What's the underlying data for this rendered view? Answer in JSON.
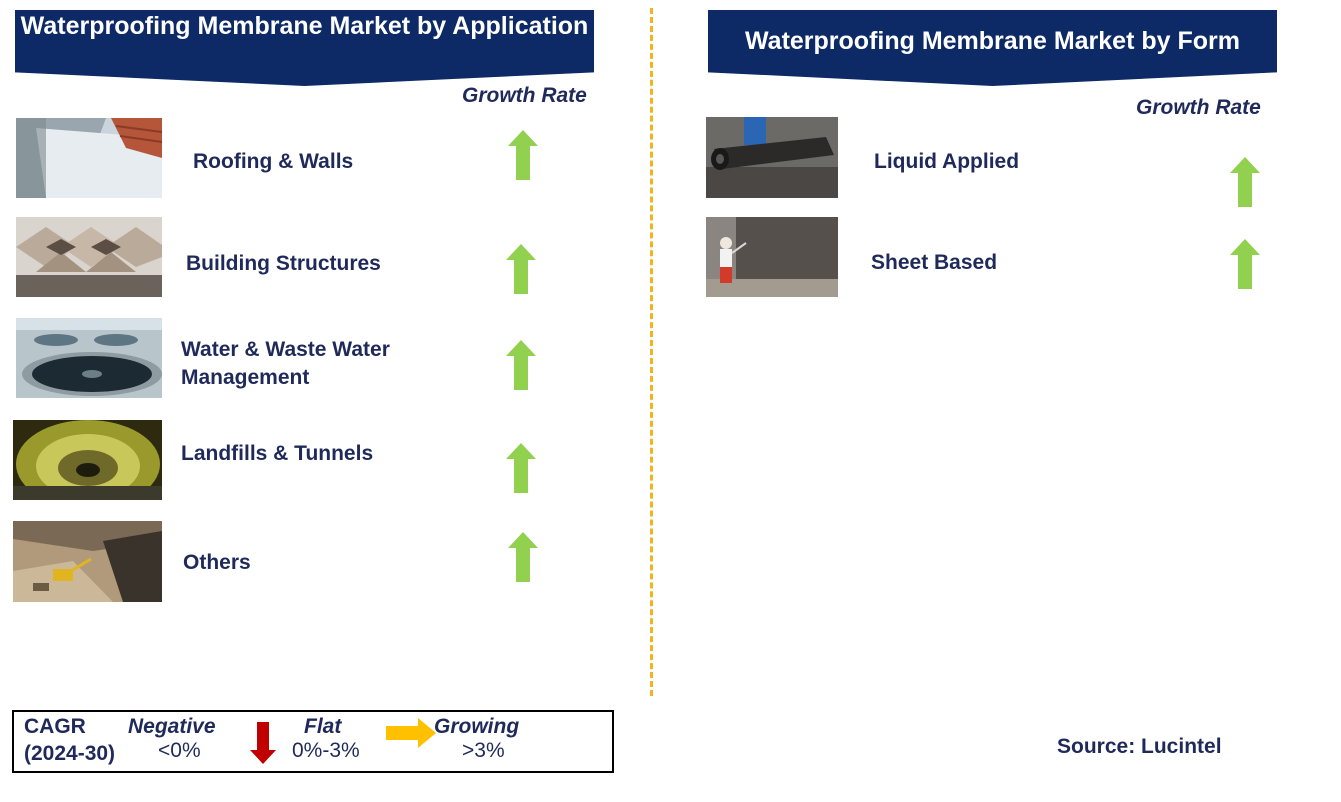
{
  "left_panel": {
    "title": "Waterproofing Membrane  Market by Application",
    "growth_rate_header": "Growth Rate",
    "items": [
      {
        "label": "Roofing & Walls",
        "trend": "growing"
      },
      {
        "label": "Building Structures",
        "trend": "growing"
      },
      {
        "label": "Water & Waste Water Management",
        "trend": "growing"
      },
      {
        "label": "Landfills & Tunnels",
        "trend": "growing"
      },
      {
        "label": "Others",
        "trend": "growing"
      }
    ]
  },
  "right_panel": {
    "title": "Waterproofing Membrane  Market by Form",
    "growth_rate_header": "Growth Rate",
    "items": [
      {
        "label": "Liquid Applied",
        "trend": "growing"
      },
      {
        "label": "Sheet Based",
        "trend": "growing"
      }
    ]
  },
  "legend": {
    "cagr_label": "CAGR",
    "period": "(2024-30)",
    "negative_label": "Negative",
    "negative_range": "<0%",
    "flat_label": "Flat",
    "flat_range": "0%-3%",
    "growing_label": "Growing",
    "growing_range": ">3%"
  },
  "source": "Source: Lucintel",
  "colors": {
    "banner": "#0d2a66",
    "text": "#1f2a5a",
    "growing_arrow": "#92d050",
    "negative_arrow": "#c00000",
    "flat_arrow": "#ffc000",
    "divider": "#f2b31d"
  }
}
